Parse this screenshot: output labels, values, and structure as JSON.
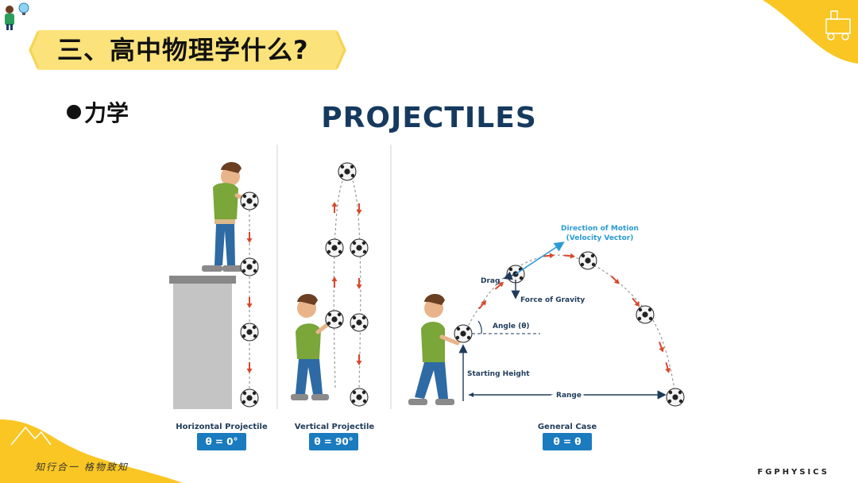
{
  "slide": {
    "heading": "三、高中物理学什么?",
    "bullet": "力学",
    "footer_brand": "FGPHYSICS",
    "motto": "知行合一  格物致知"
  },
  "figure": {
    "title": "PROJECTILES",
    "panels": [
      {
        "caption": "Horizontal Projectile",
        "angle_badge": "θ = 0°"
      },
      {
        "caption": "Vertical Projectile",
        "angle_badge": "θ = 90°"
      },
      {
        "caption": "General Case",
        "angle_badge": "θ = θ"
      }
    ],
    "labels": {
      "direction": "Direction of Motion",
      "velocity": "(Velocity Vector)",
      "drag": "Drag",
      "gravity": "Force of Gravity",
      "angle": "Angle (θ)",
      "start_height": "Starting Height",
      "range": "Range"
    }
  },
  "colors": {
    "banner": "#fbe27a",
    "accent_yellow": "#f9c623",
    "title_navy": "#163a5f",
    "badge_blue": "#1a7bbf",
    "arrow_red": "#d9472b",
    "shirt_green": "#7aa63a",
    "jeans_blue": "#2e6aa3"
  },
  "icons": [
    "teacher-icon",
    "bulb-icon",
    "airplane-icon",
    "train-icon",
    "mountain-icon",
    "soccer-ball-icon"
  ]
}
